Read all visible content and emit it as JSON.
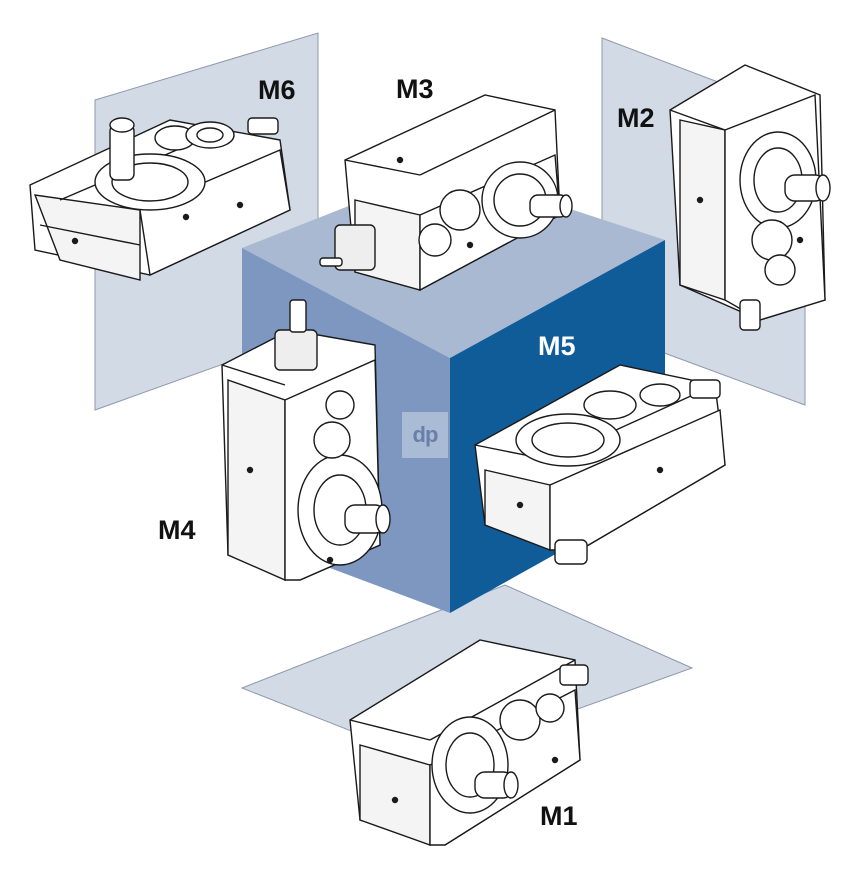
{
  "labels": {
    "m1": "M1",
    "m2": "M2",
    "m3": "M3",
    "m4": "M4",
    "m5": "M5",
    "m6": "M6"
  },
  "watermark": "dp",
  "colors": {
    "plane": "#d2dae6",
    "plane_stroke": "#8e99ab",
    "cube_top": "#a9b9d1",
    "cube_left": "#7d97c0",
    "cube_right": "#0f5c99",
    "gearbox_fill": "#ffffff",
    "gearbox_line": "#1a1a1a"
  }
}
